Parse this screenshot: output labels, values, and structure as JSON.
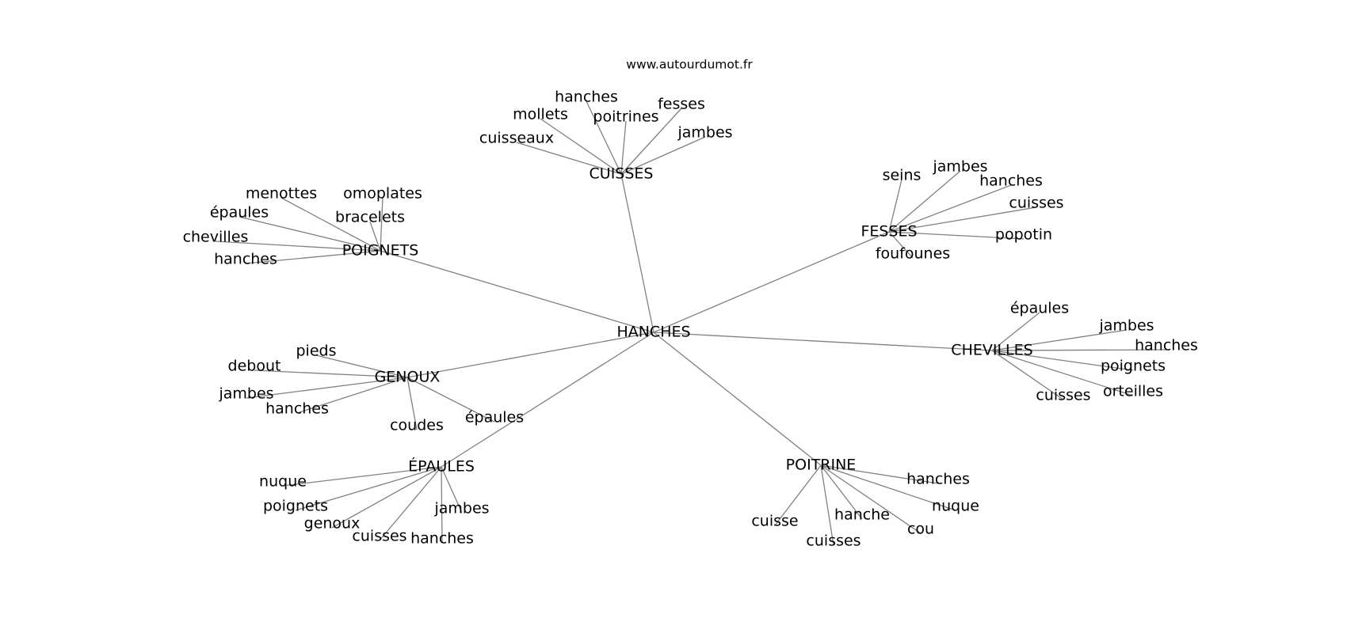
{
  "site": "www.autourdumot.fr",
  "root": "HANCHES",
  "groups": [
    {
      "id": "cuisses",
      "label": "CUISSES",
      "leaves": [
        "hanches",
        "mollets",
        "poitrines",
        "fesses",
        "cuisseaux",
        "jambes"
      ]
    },
    {
      "id": "fesses",
      "label": "FESSES",
      "leaves": [
        "seins",
        "jambes",
        "hanches",
        "cuisses",
        "popotin",
        "foufounes"
      ]
    },
    {
      "id": "poignets",
      "label": "POIGNETS",
      "leaves": [
        "menottes",
        "omoplates",
        "épaules",
        "bracelets",
        "chevilles",
        "hanches"
      ]
    },
    {
      "id": "chevilles",
      "label": "CHEVILLES",
      "leaves": [
        "épaules",
        "jambes",
        "hanches",
        "poignets",
        "orteilles",
        "cuisses"
      ]
    },
    {
      "id": "genoux",
      "label": "GENOUX",
      "leaves": [
        "pieds",
        "debout",
        "jambes",
        "hanches",
        "coudes",
        "épaules"
      ]
    },
    {
      "id": "epaules",
      "label": "ÉPAULES",
      "leaves": [
        "nuque",
        "poignets",
        "genoux",
        "cuisses",
        "hanches",
        "jambes"
      ]
    },
    {
      "id": "poitrine",
      "label": "POITRINE",
      "leaves": [
        "hanches",
        "nuque",
        "cuisse",
        "hanche",
        "cou",
        "cuisses"
      ]
    }
  ]
}
